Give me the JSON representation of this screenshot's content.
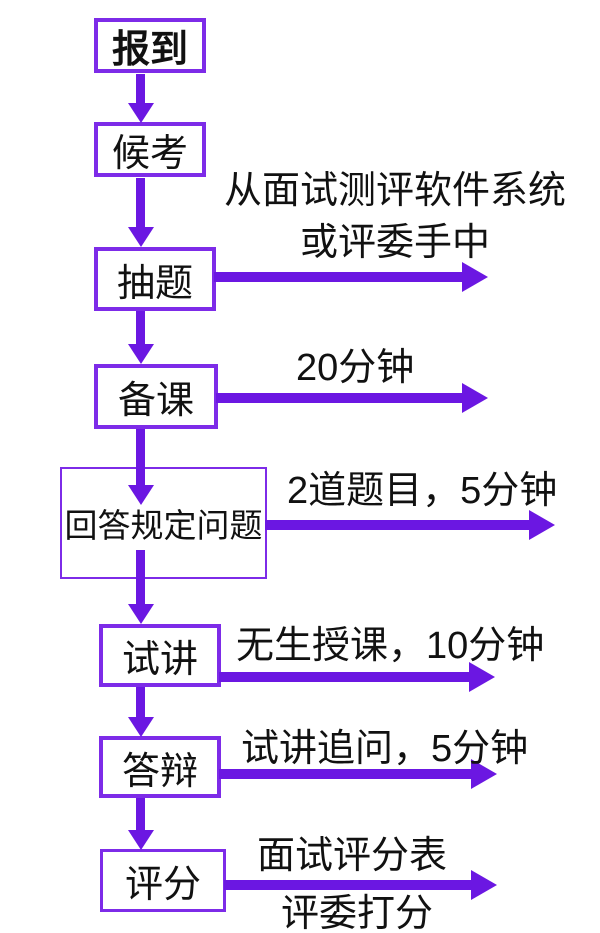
{
  "colors": {
    "arrow": "#6b17e2",
    "box_border": "#7d2be8",
    "text": "#111111",
    "background": "#ffffff"
  },
  "flowchart": {
    "steps": [
      {
        "label": "报到"
      },
      {
        "label": "候考"
      },
      {
        "label": "抽题"
      },
      {
        "label": "备课"
      },
      {
        "label": "回答规定问题"
      },
      {
        "label": "试讲"
      },
      {
        "label": "答辩"
      },
      {
        "label": "评分"
      }
    ],
    "annotations": [
      {
        "for": "抽题",
        "lines": [
          "从面试测评软件系统",
          "或评委手中"
        ]
      },
      {
        "for": "备课",
        "lines": [
          "20分钟"
        ]
      },
      {
        "for": "回答规定问题",
        "lines": [
          "2道题目，5分钟"
        ]
      },
      {
        "for": "试讲",
        "lines": [
          "无生授课，10分钟"
        ]
      },
      {
        "for": "答辩",
        "lines": [
          "试讲追问，5分钟"
        ]
      },
      {
        "for": "评分",
        "lines": [
          "面试评分表"
        ]
      },
      {
        "for": "评分",
        "lines": [
          "评委打分"
        ]
      }
    ]
  }
}
